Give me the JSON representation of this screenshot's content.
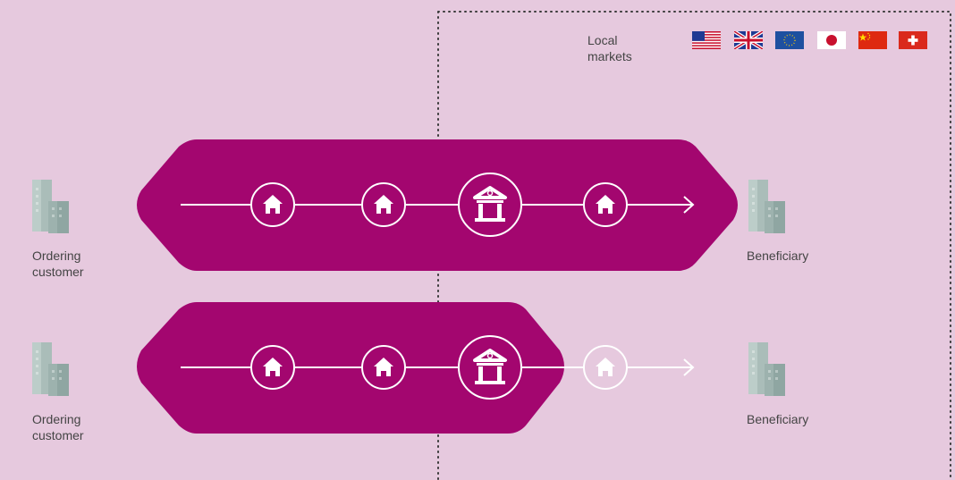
{
  "local_markets_label": "Local\nmarkets",
  "flags": [
    "us-flag-icon",
    "uk-flag-icon",
    "eu-flag-icon",
    "japan-flag-icon",
    "china-flag-icon",
    "switzerland-flag-icon"
  ],
  "rows": [
    {
      "ordering_label": "Ordering\ncustomer",
      "beneficiary_label": "Beneficiary",
      "nodes": [
        "house-icon",
        "house-icon",
        "bank-icon",
        "house-icon"
      ],
      "last_node_outside_band": false
    },
    {
      "ordering_label": "Ordering\ncustomer",
      "beneficiary_label": "Beneficiary",
      "nodes": [
        "house-icon",
        "house-icon",
        "bank-icon",
        "house-icon"
      ],
      "last_node_outside_band": true
    }
  ],
  "colors": {
    "background": "#e6c9de",
    "band": "#a3066f",
    "building": "#a9bcb8",
    "text": "#444444",
    "dotted_border": "#3a3a3a"
  }
}
